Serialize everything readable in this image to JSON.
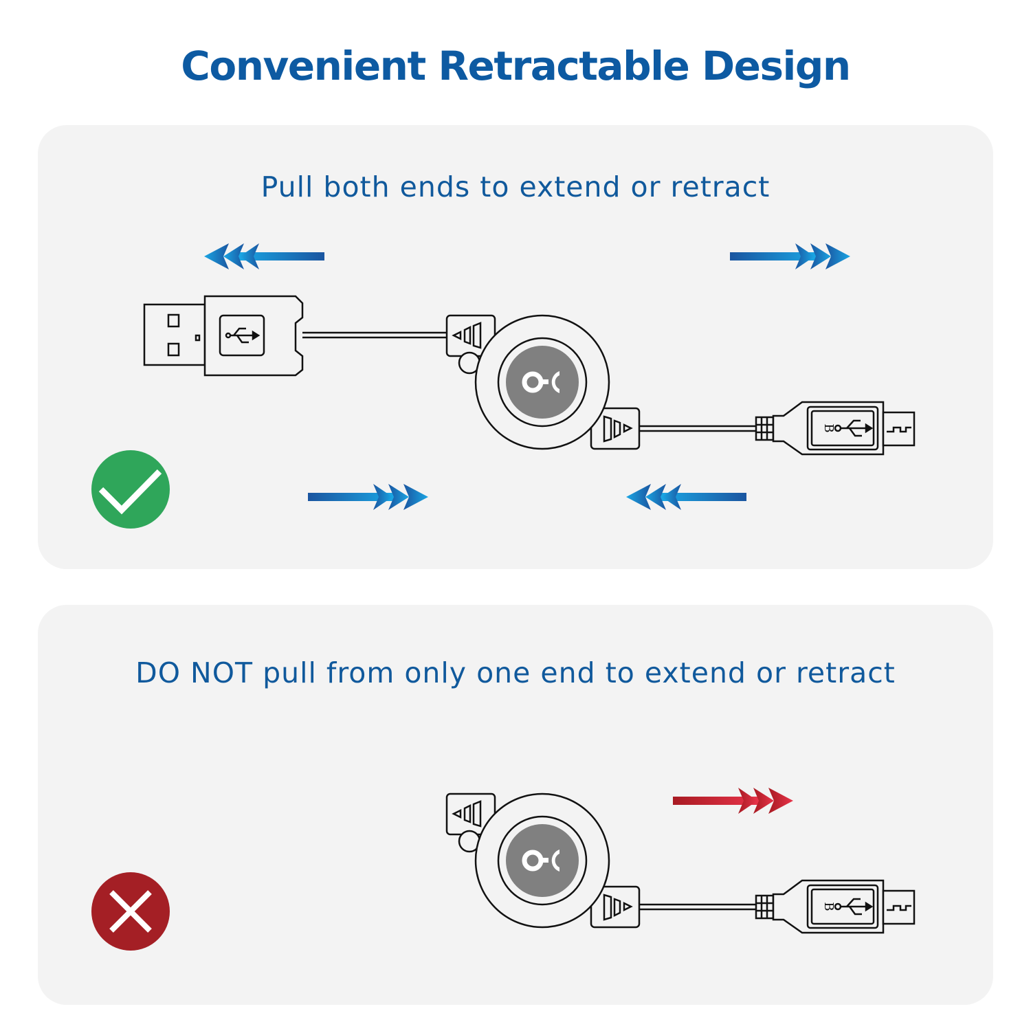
{
  "title": "Convenient Retractable Design",
  "panels": [
    {
      "instruction": "Pull both ends to extend or retract",
      "status": "correct",
      "status_icon": "check-icon"
    },
    {
      "instruction": "DO NOT pull from only one end to extend or retract",
      "status": "incorrect",
      "status_icon": "x-icon"
    }
  ],
  "connector_label": "B",
  "colors": {
    "title": "#0d5aa2",
    "panel_bg": "#f3f3f3",
    "correct": "#2fa65a",
    "incorrect": "#a41f25",
    "arrow_blue_dark": "#1a55a0",
    "arrow_blue_light": "#1aa6e4",
    "arrow_red_dark": "#a81a22",
    "arrow_red_light": "#e8344a"
  }
}
